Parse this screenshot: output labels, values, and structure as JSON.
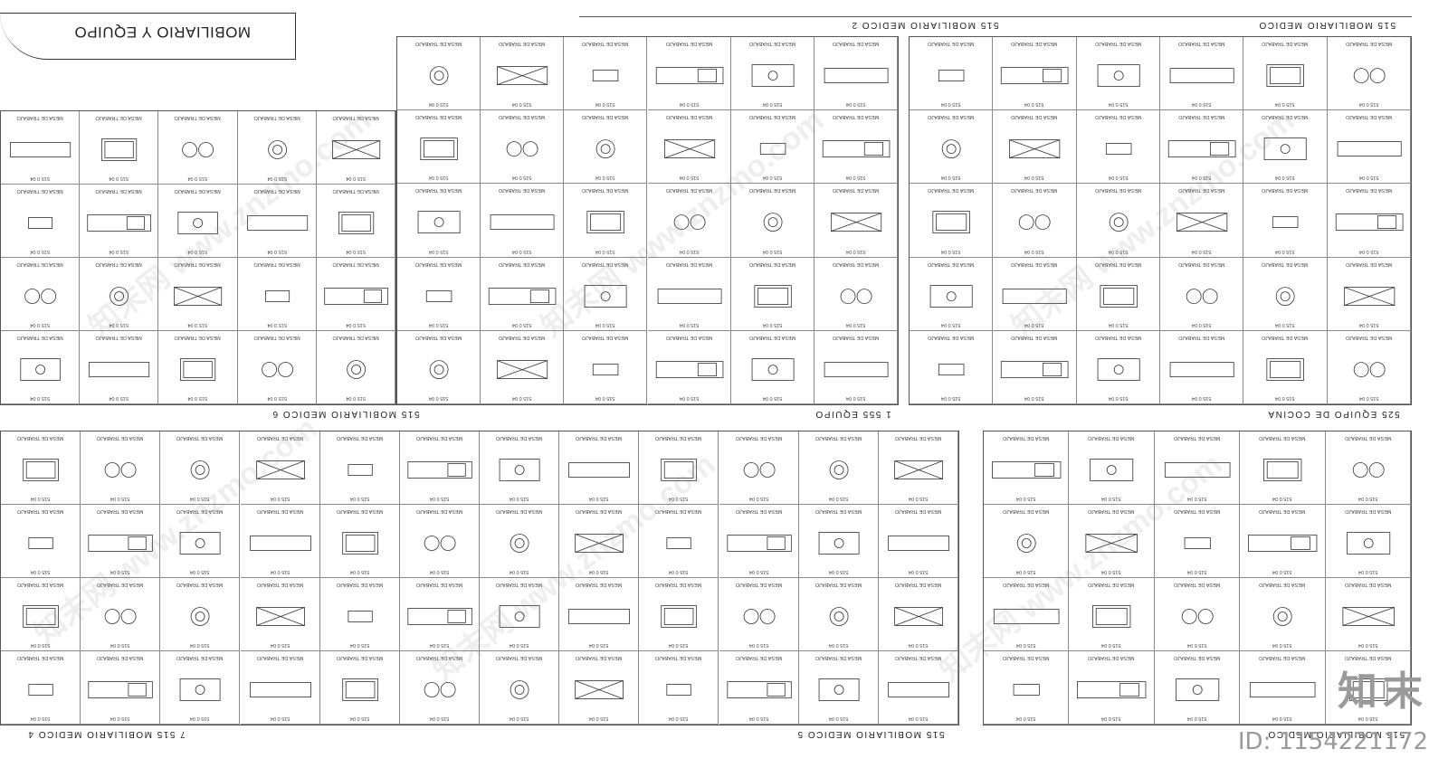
{
  "header": {
    "title": "MOBILIARIO Y EQUIPO"
  },
  "sections": {
    "s1": {
      "title": "515   MOBILIARIO MEDICO   2"
    },
    "s2": {
      "title": "515   MOBILIARIO MEDICO"
    },
    "s3": {
      "title": "515   MOBILIARIO MEDICO   6"
    },
    "s4": {
      "title": "1   555 EQUIPO"
    },
    "s5": {
      "title": "525 EQUIPO DE COCINA"
    },
    "s6": {
      "title": "7   515   MOBILIARIO MEDICO   4"
    },
    "s7": {
      "title": "515   MOBILIARIO MEDICO   5"
    },
    "s8": {
      "title": "515   MOBILIARIO MEDICO"
    }
  },
  "watermark": {
    "text": "知末网 www.znzmo.com"
  },
  "brand": {
    "name": "知末",
    "id": "ID: 1154221172"
  },
  "cell_sample": {
    "top": "MESA DE TRABAJO",
    "code": "515 0 04"
  }
}
